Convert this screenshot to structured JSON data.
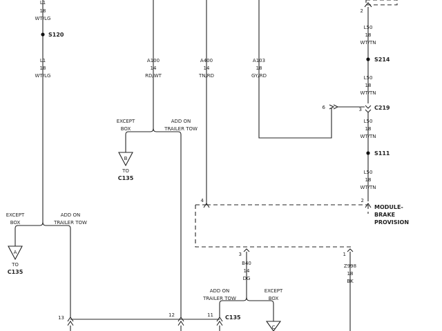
{
  "wires": {
    "l1_top": [
      "L1",
      "18",
      "WT/LG"
    ],
    "l1_bottom": [
      "L1",
      "18",
      "WT/LG"
    ],
    "a100": [
      "A100",
      "14",
      "RD/WT"
    ],
    "a400": [
      "A400",
      "14",
      "TN/RD"
    ],
    "a103": [
      "A103",
      "18",
      "GY/RD"
    ],
    "l50_1": [
      "L50",
      "18",
      "WT/TN"
    ],
    "l50_2": [
      "L50",
      "18",
      "WT/TN"
    ],
    "l50_3": [
      "L50",
      "18",
      "WT/TN"
    ],
    "l50_4": [
      "L50",
      "18",
      "WT/TN"
    ],
    "b40": [
      "B40",
      "14",
      "DG"
    ],
    "z998": [
      "Z998",
      "18",
      "BK"
    ]
  },
  "splices": {
    "s120": "S120",
    "s214": "S214",
    "s111": "S111"
  },
  "connectors": {
    "c219": "C219",
    "c135": "C135"
  },
  "pins": {
    "p2_top": "2",
    "p6": "6",
    "p3_c219": "3",
    "p4": "4",
    "p2_mod": "2",
    "p3_b40": "3",
    "p1_z998": "1",
    "p13": "13",
    "p12": "12",
    "p11": "11"
  },
  "options": {
    "except_box_1": [
      "EXCEPT",
      "BOX"
    ],
    "add_on_1": [
      "ADD ON",
      "TRAILER TOW"
    ],
    "except_box_2": [
      "EXCEPT",
      "BOX"
    ],
    "add_on_2": [
      "ADD ON",
      "TRAILER TOW"
    ],
    "add_on_3": [
      "ADD ON",
      "TRAILER TOW"
    ],
    "except_box_3": [
      "EXCEPT",
      "BOX"
    ]
  },
  "refs": {
    "ref_b": {
      "letter": "B",
      "to": "TO",
      "conn": "C135"
    },
    "ref_a": {
      "letter": "A",
      "to": "TO",
      "conn": "C135"
    },
    "ref_c": {
      "letter": "C"
    }
  },
  "module": [
    "MODULE-",
    "BRAKE",
    "PROVISION"
  ]
}
